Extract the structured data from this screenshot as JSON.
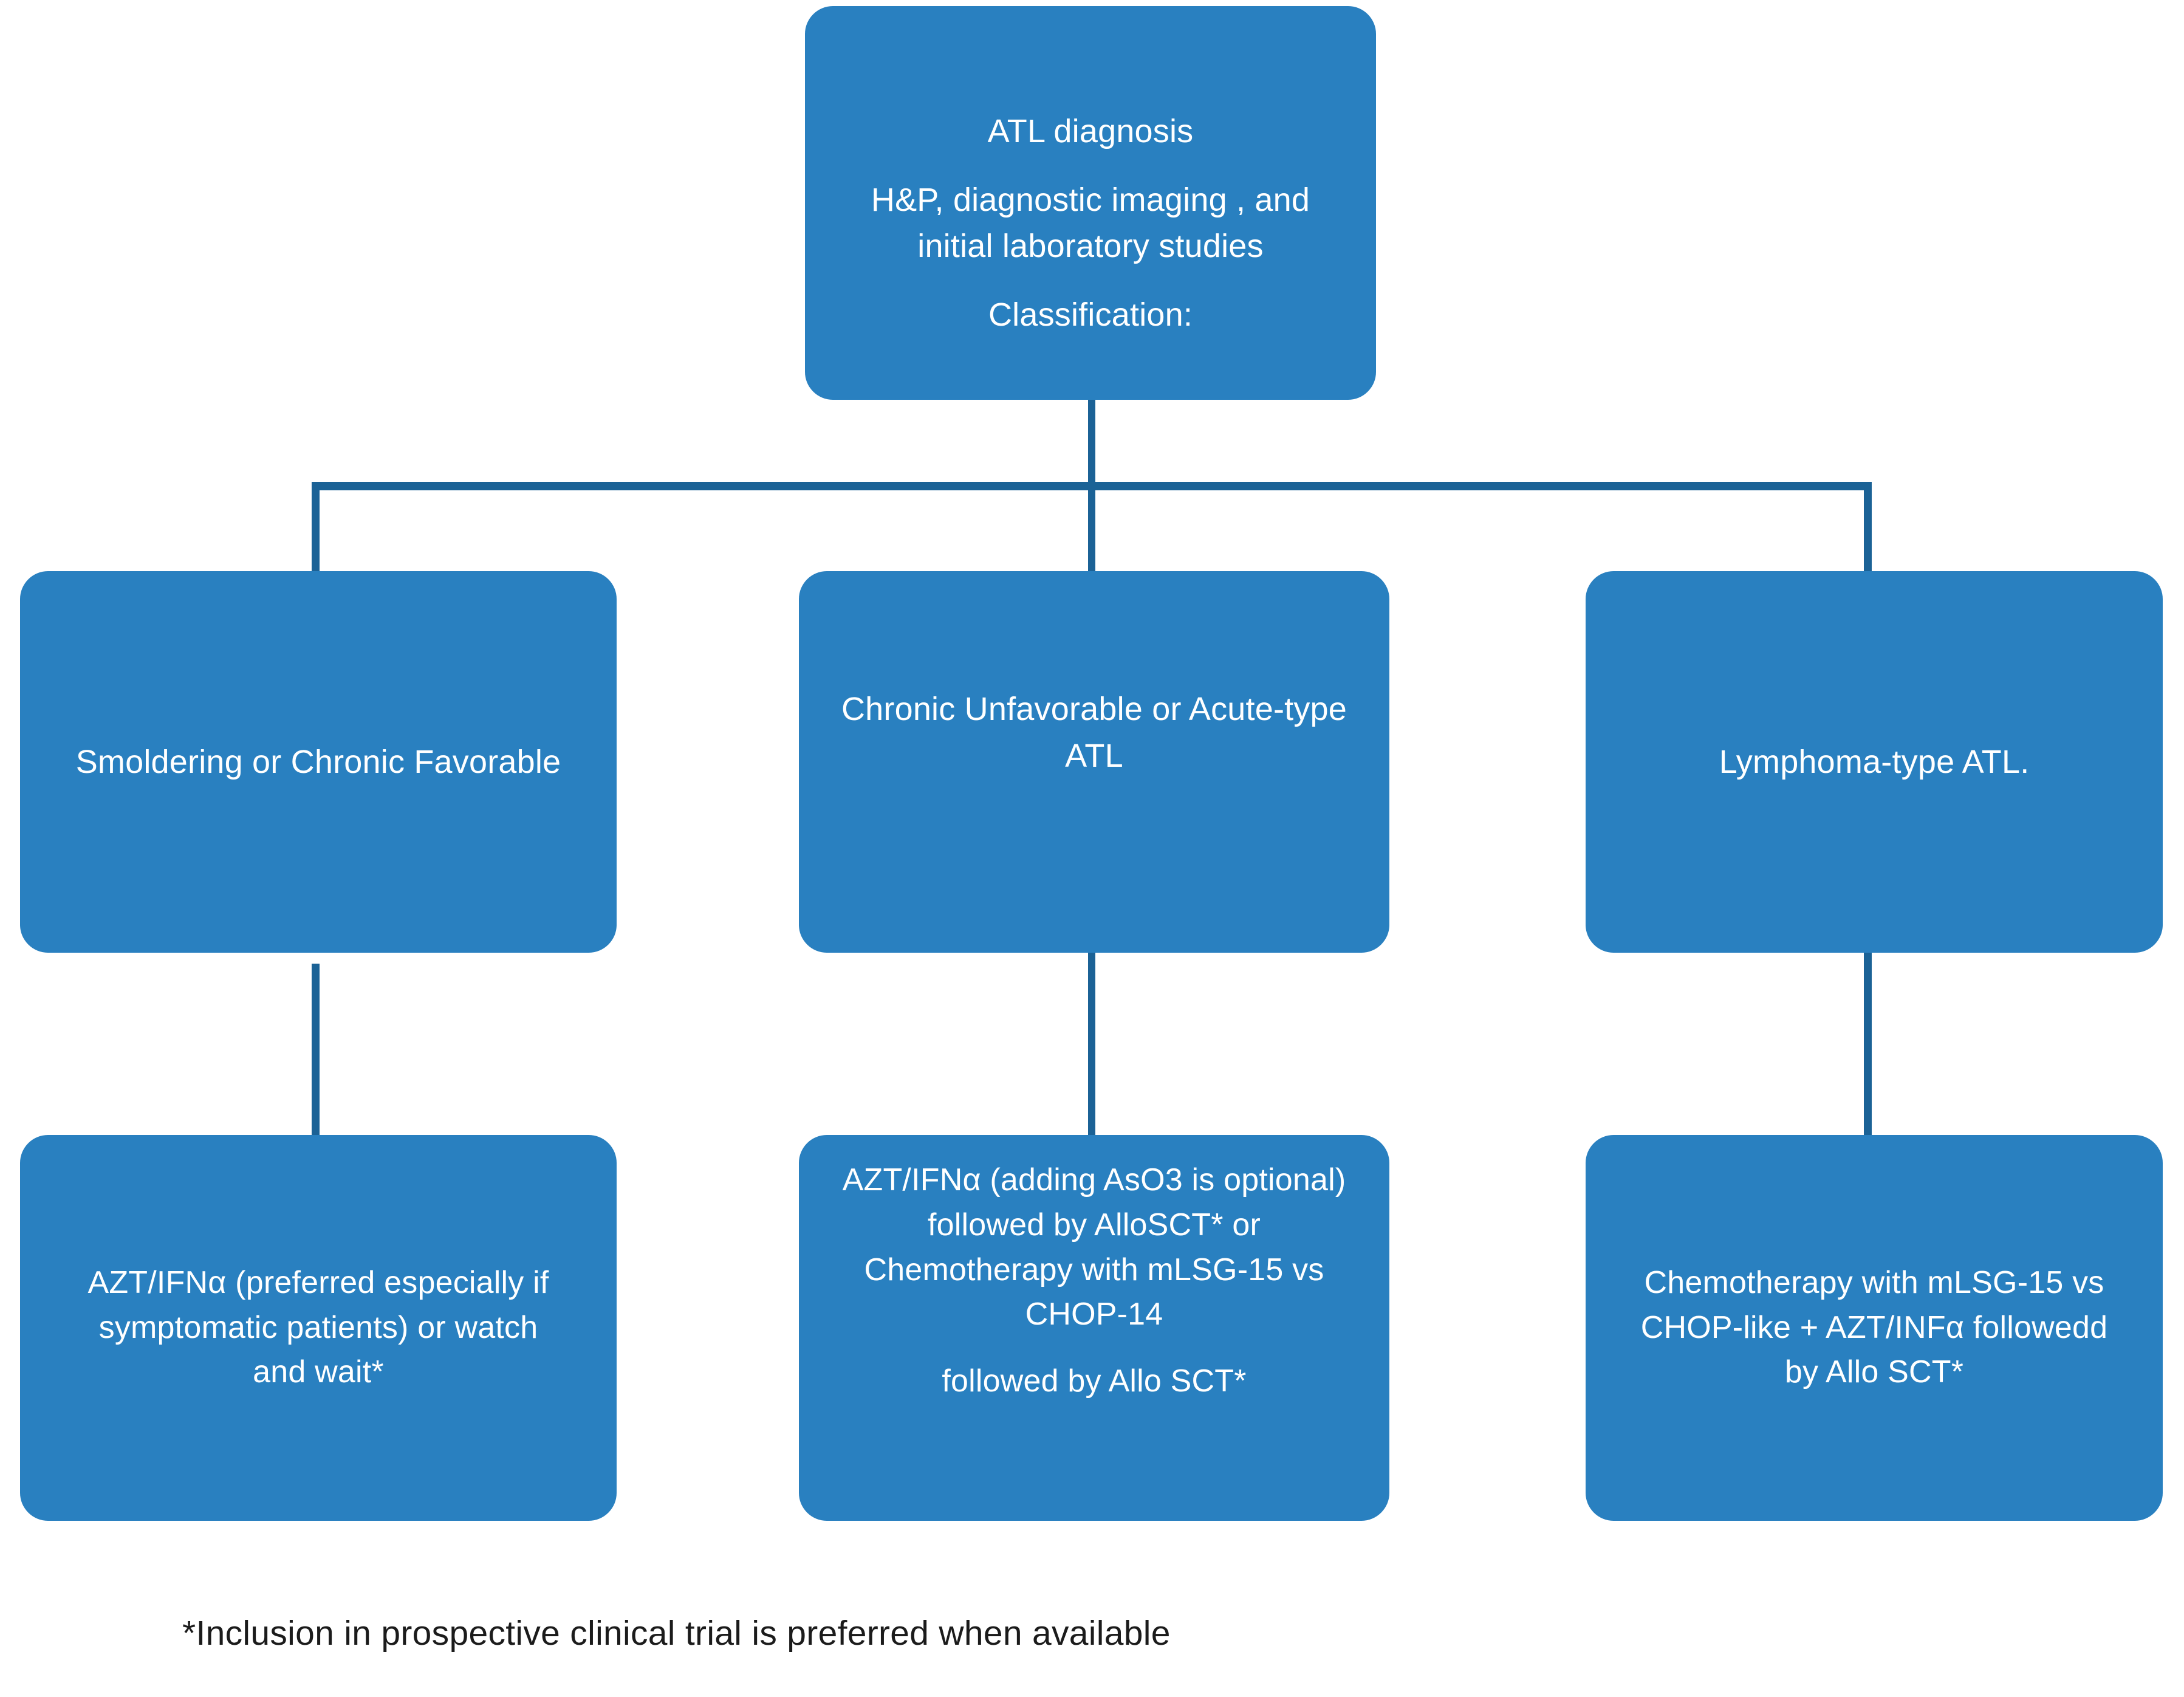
{
  "diagram": {
    "type": "flowchart",
    "title": "ATL diagnosis and treatment algorithm",
    "colors": {
      "node_fill": "#2980c0",
      "node_text": "#ffffff",
      "connector": "#1b6296",
      "background": "#ffffff",
      "footnote_text": "#1b1b1b"
    },
    "nodes": {
      "root": {
        "line1": "ATL diagnosis",
        "line2": "H&P, diagnostic imaging , and",
        "line3": "initial laboratory studies",
        "line4": "Classification:"
      },
      "branch_left": {
        "line1": "Smoldering or Chronic Favorable"
      },
      "branch_middle": {
        "line1": "Chronic Unfavorable or Acute-type",
        "line2": "ATL"
      },
      "branch_right": {
        "line1": "Lymphoma-type ATL."
      },
      "treatment_left": {
        "line1": "AZT/IFNα (preferred especially if",
        "line2": "symptomatic patients) or watch",
        "line3": "and wait*"
      },
      "treatment_middle": {
        "line1": "AZT/IFNα (adding AsO3 is optional)",
        "line2": "followed by AlloSCT* or",
        "line3": "Chemotherapy with mLSG-15 vs",
        "line4": "CHOP-14",
        "line5": "followed by Allo SCT*"
      },
      "treatment_right": {
        "line1": "Chemotherapy with mLSG-15 vs",
        "line2": "CHOP-like + AZT/INFα  followedd",
        "line3": "by Allo SCT*"
      }
    },
    "footnote": "*Inclusion in prospective clinical trial is preferred when available"
  }
}
